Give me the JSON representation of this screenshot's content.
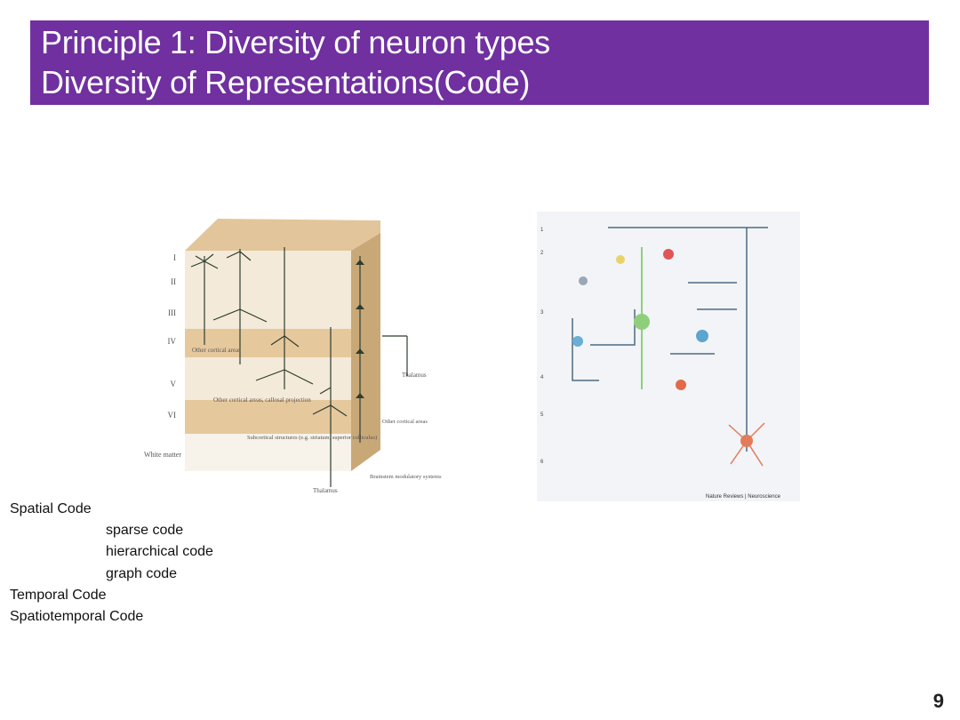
{
  "title": {
    "line1": "Principle 1: Diversity of neuron types",
    "line2": "Diversity of Representations(Code)"
  },
  "figure_left": {
    "layers": [
      "I",
      "II",
      "III",
      "IV",
      "V",
      "VI",
      "White matter"
    ],
    "labels": {
      "other_cortical_areas": "Other cortical areas",
      "other_cortical_areas_callosal": "Other cortical areas, callosal projection",
      "subcortical": "Subcortical structures (e.g. striatum, superior colliculus)",
      "thalamus_bottom": "Thalamus",
      "thalamus_right": "Thalamus",
      "other_cortical_right": "Other cortical areas",
      "brainstem": "Brainstem modulatory systems"
    }
  },
  "figure_right": {
    "layers": [
      "1",
      "2",
      "3",
      "4",
      "5",
      "6"
    ],
    "credit": "Nature Reviews | Neuroscience"
  },
  "body": {
    "items": [
      {
        "text": "Spatial Code",
        "level": 0
      },
      {
        "text": "sparse code",
        "level": 1
      },
      {
        "text": "hierarchical code",
        "level": 1
      },
      {
        "text": "graph code",
        "level": 1
      },
      {
        "text": "Temporal Code",
        "level": 0
      },
      {
        "text": "Spatiotemporal Code",
        "level": 0
      }
    ]
  },
  "page_number": "9",
  "colors": {
    "title_bg": "#7030a0",
    "title_text": "#ffffff"
  }
}
